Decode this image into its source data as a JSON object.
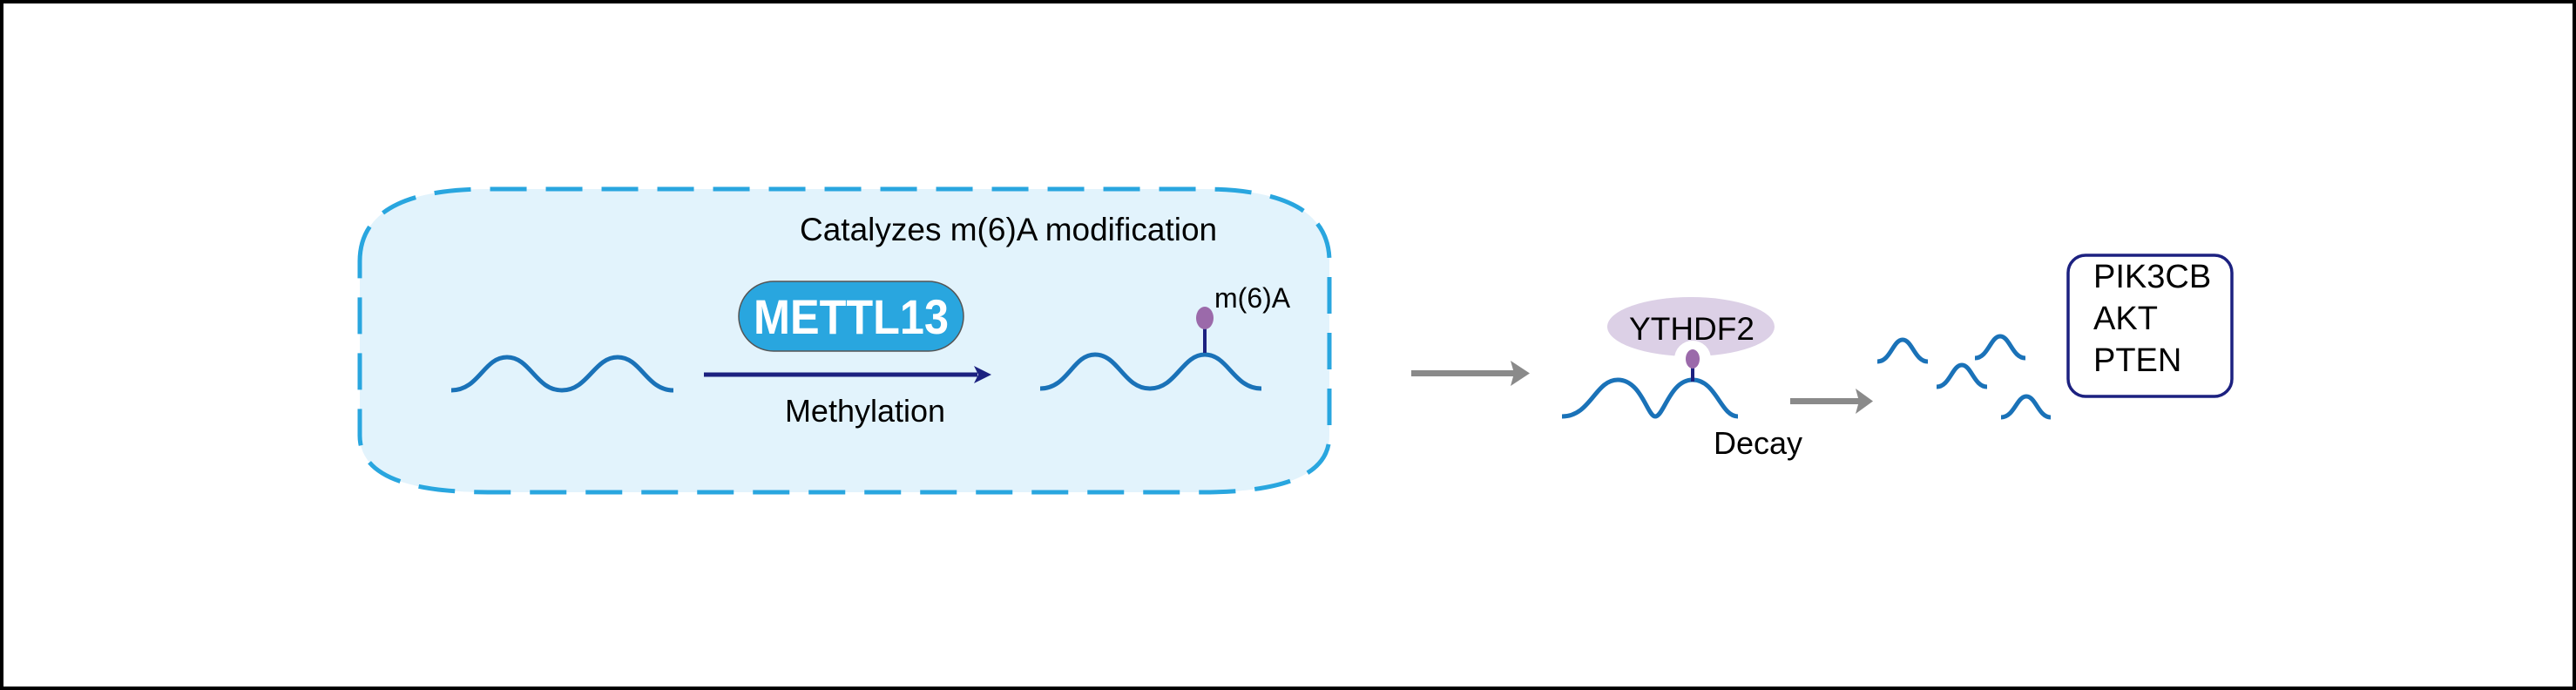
{
  "colors": {
    "frame": "#000000",
    "panel_fill": "#e2f3fc",
    "panel_dash": "#29a6df",
    "rna_wave": "#1a72b8",
    "m6a_dot": "#9b6aaa",
    "stalk": "#1c2180",
    "enzyme_fill": "#29a6df",
    "enzyme_border": "#555555",
    "enzyme_text": "#ffffff",
    "methylation_arrow": "#1c2180",
    "flow_arrow": "#8a8a8a",
    "reader_fill": "#dcd0e6",
    "gene_box_border": "#1c2180"
  },
  "methylation_panel": {
    "title": "Catalyzes m(6)A modification",
    "enzyme": "METTL13",
    "process_label": "Methylation",
    "modification_label": "m(6)A"
  },
  "decay_step": {
    "reader": "YTHDF2",
    "process_label": "Decay"
  },
  "target_genes": {
    "genes": [
      "PIK3CB",
      "AKT",
      "PTEN"
    ]
  }
}
